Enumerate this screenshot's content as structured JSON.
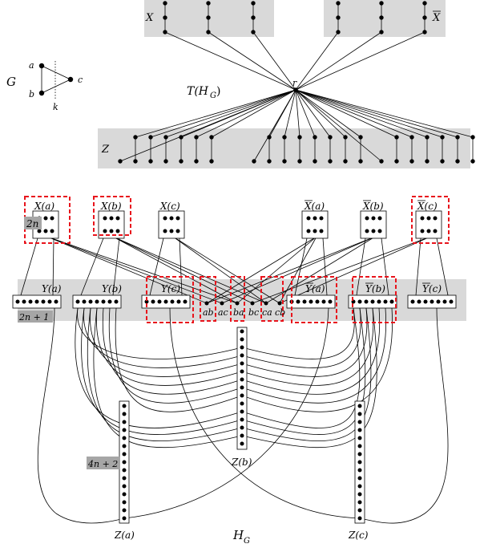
{
  "labels": {
    "X": "X",
    "Xbar": "X",
    "G": "G",
    "a": "a",
    "b": "b",
    "c": "c",
    "k": "k",
    "r": "r",
    "THG": "T(H",
    "THG_sub": "G",
    "THG_close": ")",
    "Z": "Z",
    "Xa": "X(a)",
    "Xb": "X(b)",
    "Xc": "X(c)",
    "Xbara": "X(a)",
    "Xbarb": "X(b)",
    "Xbarc": "X(c)",
    "Ya": "Y(a)",
    "Yb": "Y(b)",
    "Yc": "Y(c)",
    "Ybara": "Y(a)",
    "Ybarb": "Y(b)",
    "Ybarc": "Y(c)",
    "ab": "ab",
    "ac": "ac",
    "ba": "ba",
    "bc": "bc",
    "ca": "ca",
    "cb": "cb",
    "Za": "Z(a)",
    "Zb": "Z(b)",
    "Zc": "Z(c)",
    "HG": "H",
    "HG_sub": "G",
    "twon": "2n",
    "twonplus1": "2n + 1",
    "fourn2": "4n + 2"
  },
  "colors": {
    "shade": "#d9d9d9",
    "label_bg": "#a6a6a6",
    "highlight": "#e8141c",
    "ink": "#000000"
  }
}
